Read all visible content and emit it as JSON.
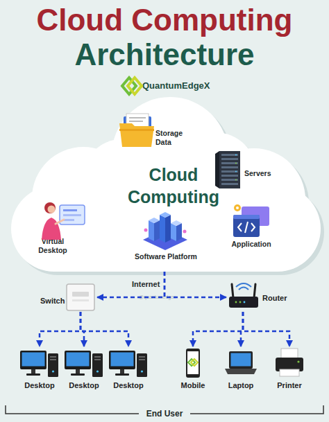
{
  "diagram": {
    "title": "Cloud Computing Architecture",
    "nodes": [
      {
        "text": [
          "Cloud Computing"
        ]
      },
      {
        "text": [
          "Storage Data"
        ],
        "in": 0
      },
      {
        "text": [
          "Servers"
        ],
        "in": 0
      },
      {
        "text": [
          "Virtual Desktop"
        ],
        "in": 0
      },
      {
        "text": [
          "Software Platform"
        ],
        "in": 0
      },
      {
        "text": [
          "Application"
        ],
        "in": 0
      },
      {
        "text": [
          "Switch"
        ]
      },
      {
        "text": [
          "Router"
        ]
      },
      {
        "text": [
          "Desktop"
        ]
      },
      {
        "text": [
          "Desktop"
        ]
      },
      {
        "text": [
          "Desktop"
        ]
      },
      {
        "text": [
          "Mobile"
        ]
      },
      {
        "text": [
          "Laptop"
        ]
      },
      {
        "text": [
          "Printer"
        ]
      }
    ],
    "edges": [
      {
        "from": 0,
        "to": 6,
        "arrow": "to",
        "label": "Internet"
      },
      {
        "from": 0,
        "to": 7,
        "arrow": "to"
      },
      {
        "from": 6,
        "to": 8,
        "arrow": "to"
      },
      {
        "from": 6,
        "to": 9,
        "arrow": "to"
      },
      {
        "from": 6,
        "to": 10,
        "arrow": "to"
      },
      {
        "from": 7,
        "to": 11,
        "arrow": "to"
      },
      {
        "from": 7,
        "to": 12,
        "arrow": "to"
      },
      {
        "from": 7,
        "to": 13,
        "arrow": "to"
      }
    ],
    "labels": [
      "QuantumEdgeX",
      "@quantumedgex",
      "End User"
    ]
  }
}
